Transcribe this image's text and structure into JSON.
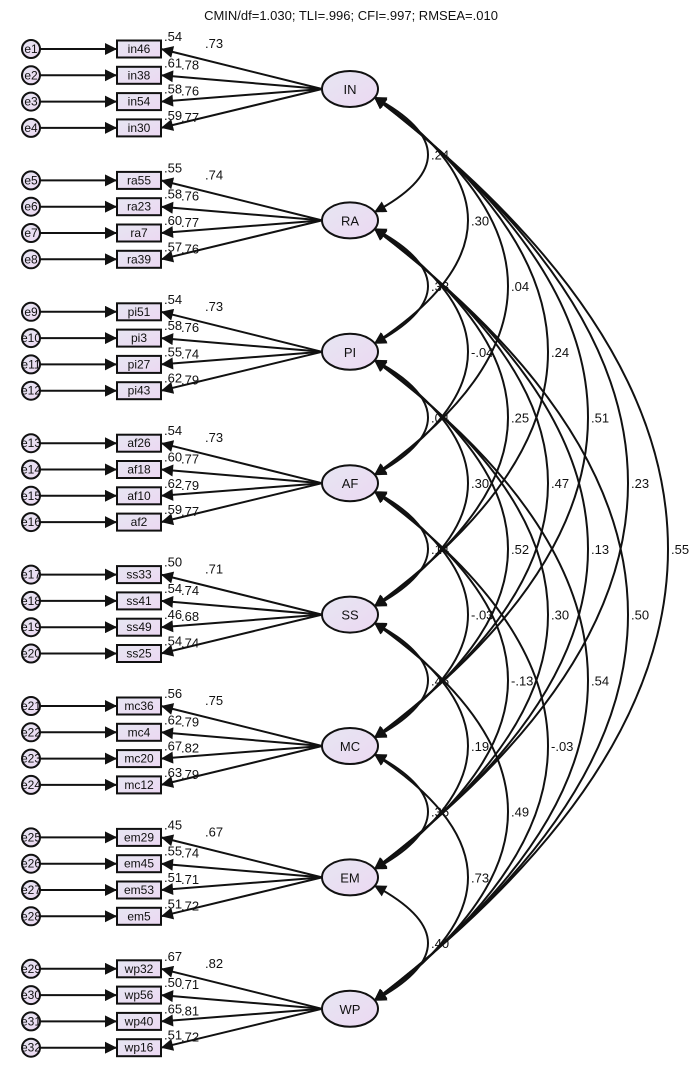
{
  "title": "CMIN/df=1.030; TLI=.996; CFI=.997; RMSEA=.010",
  "colors": {
    "node_fill_start": "#e6e6f2",
    "node_fill_end": "#ecd8f2",
    "stroke": "#111111",
    "text": "#111111",
    "background": "#ffffff"
  },
  "factors": [
    {
      "id": "IN",
      "label": "IN",
      "indicators": [
        {
          "error": "e1",
          "name": "in46",
          "r2": ".54",
          "loading": ".73"
        },
        {
          "error": "e2",
          "name": "in38",
          "r2": ".61",
          "loading": ".78"
        },
        {
          "error": "e3",
          "name": "in54",
          "r2": ".58",
          "loading": ".76"
        },
        {
          "error": "e4",
          "name": "in30",
          "r2": ".59",
          "loading": ".77"
        }
      ]
    },
    {
      "id": "RA",
      "label": "RA",
      "indicators": [
        {
          "error": "e5",
          "name": "ra55",
          "r2": ".55",
          "loading": ".74"
        },
        {
          "error": "e6",
          "name": "ra23",
          "r2": ".58",
          "loading": ".76"
        },
        {
          "error": "e7",
          "name": "ra7",
          "r2": ".60",
          "loading": ".77"
        },
        {
          "error": "e8",
          "name": "ra39",
          "r2": ".57",
          "loading": ".76"
        }
      ]
    },
    {
      "id": "PI",
      "label": "PI",
      "indicators": [
        {
          "error": "e9",
          "name": "pi51",
          "r2": ".54",
          "loading": ".73"
        },
        {
          "error": "e10",
          "name": "pi3",
          "r2": ".58",
          "loading": ".76"
        },
        {
          "error": "e11",
          "name": "pi27",
          "r2": ".55",
          "loading": ".74"
        },
        {
          "error": "e12",
          "name": "pi43",
          "r2": ".62",
          "loading": ".79"
        }
      ]
    },
    {
      "id": "AF",
      "label": "AF",
      "indicators": [
        {
          "error": "e13",
          "name": "af26",
          "r2": ".54",
          "loading": ".73"
        },
        {
          "error": "e14",
          "name": "af18",
          "r2": ".60",
          "loading": ".77"
        },
        {
          "error": "e15",
          "name": "af10",
          "r2": ".62",
          "loading": ".79"
        },
        {
          "error": "e16",
          "name": "af2",
          "r2": ".59",
          "loading": ".77"
        }
      ]
    },
    {
      "id": "SS",
      "label": "SS",
      "indicators": [
        {
          "error": "e17",
          "name": "ss33",
          "r2": ".50",
          "loading": ".71"
        },
        {
          "error": "e18",
          "name": "ss41",
          "r2": ".54",
          "loading": ".74"
        },
        {
          "error": "e19",
          "name": "ss49",
          "r2": ".46",
          "loading": ".68"
        },
        {
          "error": "e20",
          "name": "ss25",
          "r2": ".54",
          "loading": ".74"
        }
      ]
    },
    {
      "id": "MC",
      "label": "MC",
      "indicators": [
        {
          "error": "e21",
          "name": "mc36",
          "r2": ".56",
          "loading": ".75"
        },
        {
          "error": "e22",
          "name": "mc4",
          "r2": ".62",
          "loading": ".79"
        },
        {
          "error": "e23",
          "name": "mc20",
          "r2": ".67",
          "loading": ".82"
        },
        {
          "error": "e24",
          "name": "mc12",
          "r2": ".63",
          "loading": ".79"
        }
      ]
    },
    {
      "id": "EM",
      "label": "EM",
      "indicators": [
        {
          "error": "e25",
          "name": "em29",
          "r2": ".45",
          "loading": ".67"
        },
        {
          "error": "e26",
          "name": "em45",
          "r2": ".55",
          "loading": ".74"
        },
        {
          "error": "e27",
          "name": "em53",
          "r2": ".51",
          "loading": ".71"
        },
        {
          "error": "e28",
          "name": "em5",
          "r2": ".51",
          "loading": ".72"
        }
      ]
    },
    {
      "id": "WP",
      "label": "WP",
      "indicators": [
        {
          "error": "e29",
          "name": "wp32",
          "r2": ".67",
          "loading": ".82"
        },
        {
          "error": "e30",
          "name": "wp56",
          "r2": ".50",
          "loading": ".71"
        },
        {
          "error": "e31",
          "name": "wp40",
          "r2": ".65",
          "loading": ".81"
        },
        {
          "error": "e32",
          "name": "wp16",
          "r2": ".51",
          "loading": ".72"
        }
      ]
    }
  ],
  "correlations": [
    {
      "from": "IN",
      "to": "RA",
      "value": ".24"
    },
    {
      "from": "IN",
      "to": "PI",
      "value": ".30"
    },
    {
      "from": "IN",
      "to": "AF",
      "value": ".04"
    },
    {
      "from": "IN",
      "to": "SS",
      "value": ".24"
    },
    {
      "from": "IN",
      "to": "MC",
      "value": ".51"
    },
    {
      "from": "IN",
      "to": "EM",
      "value": ".23"
    },
    {
      "from": "IN",
      "to": "WP",
      "value": ".55"
    },
    {
      "from": "RA",
      "to": "PI",
      "value": ".33"
    },
    {
      "from": "RA",
      "to": "AF",
      "value": "-.04"
    },
    {
      "from": "RA",
      "to": "SS",
      "value": ".25"
    },
    {
      "from": "RA",
      "to": "MC",
      "value": ".47"
    },
    {
      "from": "RA",
      "to": "EM",
      "value": ".13"
    },
    {
      "from": "RA",
      "to": "WP",
      "value": ".50"
    },
    {
      "from": "PI",
      "to": "AF",
      "value": ".04"
    },
    {
      "from": "PI",
      "to": "SS",
      "value": ".30"
    },
    {
      "from": "PI",
      "to": "MC",
      "value": ".52"
    },
    {
      "from": "PI",
      "to": "EM",
      "value": ".30"
    },
    {
      "from": "PI",
      "to": "WP",
      "value": ".54"
    },
    {
      "from": "AF",
      "to": "SS",
      "value": ".14"
    },
    {
      "from": "AF",
      "to": "MC",
      "value": "-.03"
    },
    {
      "from": "AF",
      "to": "EM",
      "value": "-.13"
    },
    {
      "from": "AF",
      "to": "WP",
      "value": "-.03"
    },
    {
      "from": "SS",
      "to": "MC",
      "value": ".46"
    },
    {
      "from": "SS",
      "to": "EM",
      "value": ".19"
    },
    {
      "from": "SS",
      "to": "WP",
      "value": ".49"
    },
    {
      "from": "MC",
      "to": "EM",
      "value": ".35"
    },
    {
      "from": "MC",
      "to": "WP",
      "value": ".73"
    },
    {
      "from": "EM",
      "to": "WP",
      "value": ".40"
    }
  ]
}
